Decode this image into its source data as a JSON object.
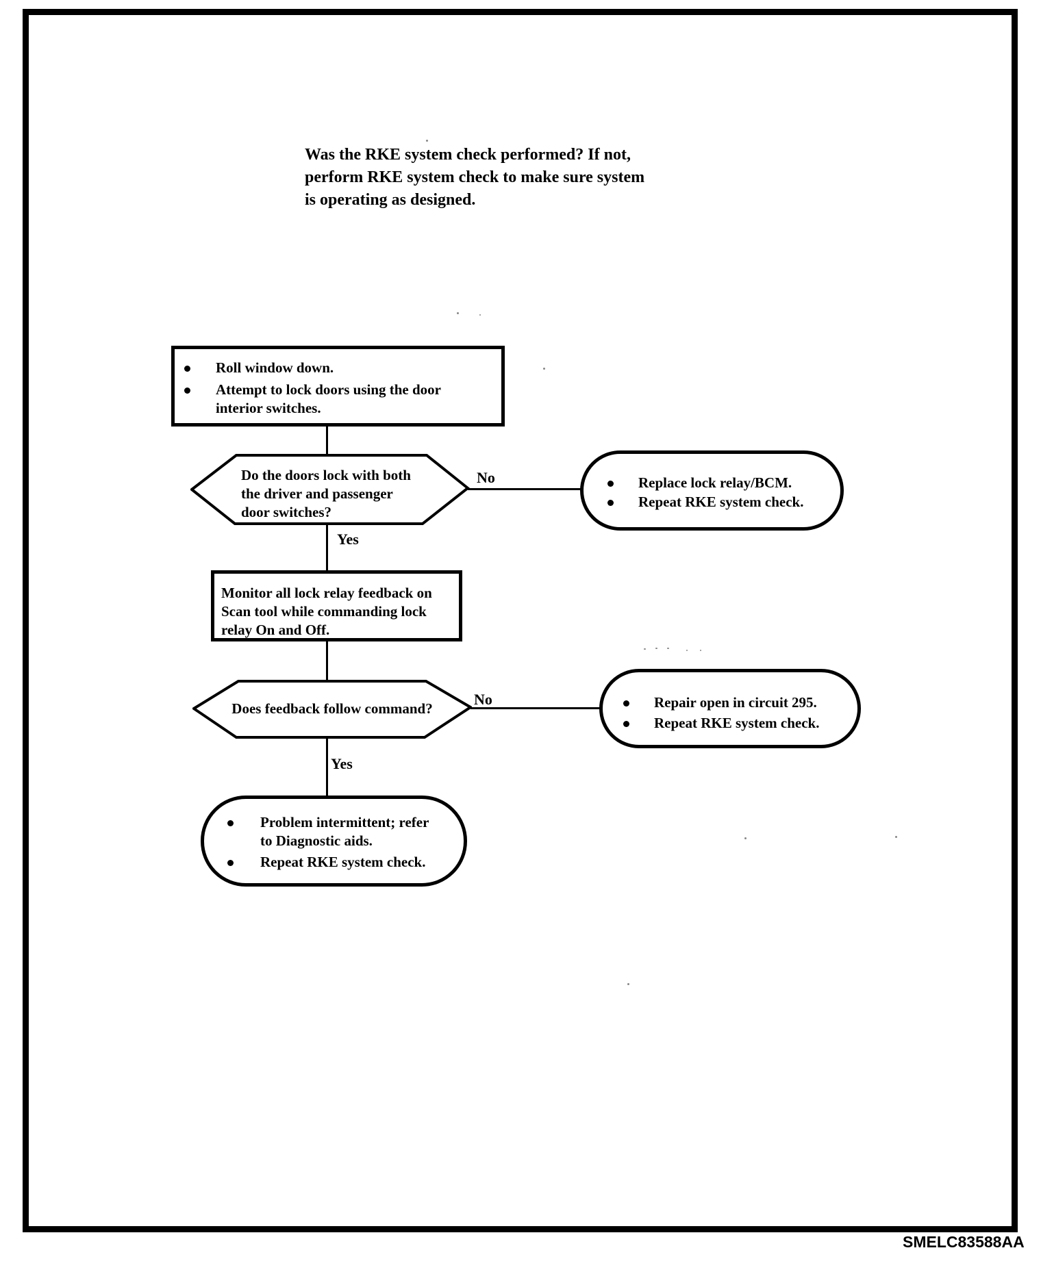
{
  "intro": {
    "text": "Was the RKE system check performed? If not,\nperform RKE system check to make sure system\nis operating as designed."
  },
  "figure_code": "SMELC83588AA",
  "colors": {
    "ink": "#000000",
    "paper": "#ffffff"
  },
  "flowchart": {
    "step1": {
      "items": [
        "Roll window down.",
        "Attempt to lock doors using the door\ninterior switches."
      ]
    },
    "decision1": {
      "question": "Do the doors lock with both\nthe driver and passenger\ndoor switches?",
      "no_label": "No",
      "yes_label": "Yes"
    },
    "outcome_no1": {
      "items": [
        "Replace lock relay/BCM.",
        "Repeat RKE system check."
      ]
    },
    "step2": {
      "text": "Monitor all lock relay feedback on\nScan tool while commanding lock\nrelay On and Off."
    },
    "decision2": {
      "question": "Does feedback follow command?",
      "no_label": "No",
      "yes_label": "Yes"
    },
    "outcome_no2": {
      "items": [
        "Repair open in circuit 295.",
        "Repeat RKE system check."
      ]
    },
    "outcome_yes": {
      "items": [
        "Problem intermittent; refer\nto Diagnostic aids.",
        "Repeat RKE system check."
      ]
    }
  }
}
